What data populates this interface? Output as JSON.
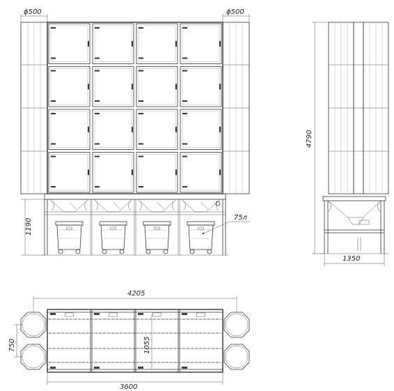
{
  "drawing": {
    "dimensions": {
      "cyl_left": "ϕ500",
      "cyl_right": "ϕ500",
      "height_total": "4790",
      "height_frame": "1190",
      "bin": "75л",
      "depth_side": "1350",
      "length_total": "4205",
      "depth_top": "750",
      "inner_depth": "1055",
      "length_frame": "3600"
    },
    "layout": {
      "cabinet_rows": 4,
      "cabinet_cols": 4,
      "cylinder_stack": 4,
      "bins": 4
    }
  }
}
